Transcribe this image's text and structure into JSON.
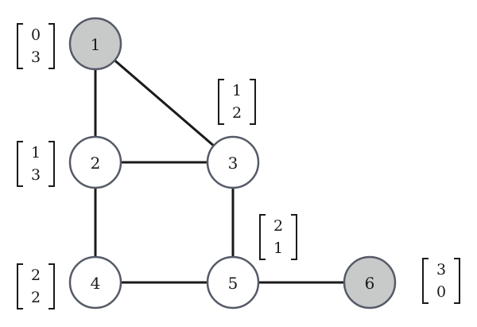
{
  "colors": {
    "node_fill_default": "#ffffff",
    "node_fill_highlight": "#c8c9c9",
    "node_stroke": "#555b66",
    "edge": "#1a1a1a"
  },
  "nodes": [
    {
      "id": "1",
      "label": "1",
      "highlighted": true,
      "vector": [
        "0",
        "3"
      ]
    },
    {
      "id": "2",
      "label": "2",
      "highlighted": false,
      "vector": [
        "1",
        "3"
      ]
    },
    {
      "id": "3",
      "label": "3",
      "highlighted": false,
      "vector": [
        "1",
        "2"
      ]
    },
    {
      "id": "4",
      "label": "4",
      "highlighted": false,
      "vector": [
        "2",
        "2"
      ]
    },
    {
      "id": "5",
      "label": "5",
      "highlighted": false,
      "vector": [
        "2",
        "1"
      ]
    },
    {
      "id": "6",
      "label": "6",
      "highlighted": true,
      "vector": [
        "3",
        "0"
      ]
    }
  ],
  "edges": [
    [
      "1",
      "2"
    ],
    [
      "1",
      "3"
    ],
    [
      "2",
      "3"
    ],
    [
      "2",
      "4"
    ],
    [
      "3",
      "5"
    ],
    [
      "4",
      "5"
    ],
    [
      "5",
      "6"
    ]
  ]
}
